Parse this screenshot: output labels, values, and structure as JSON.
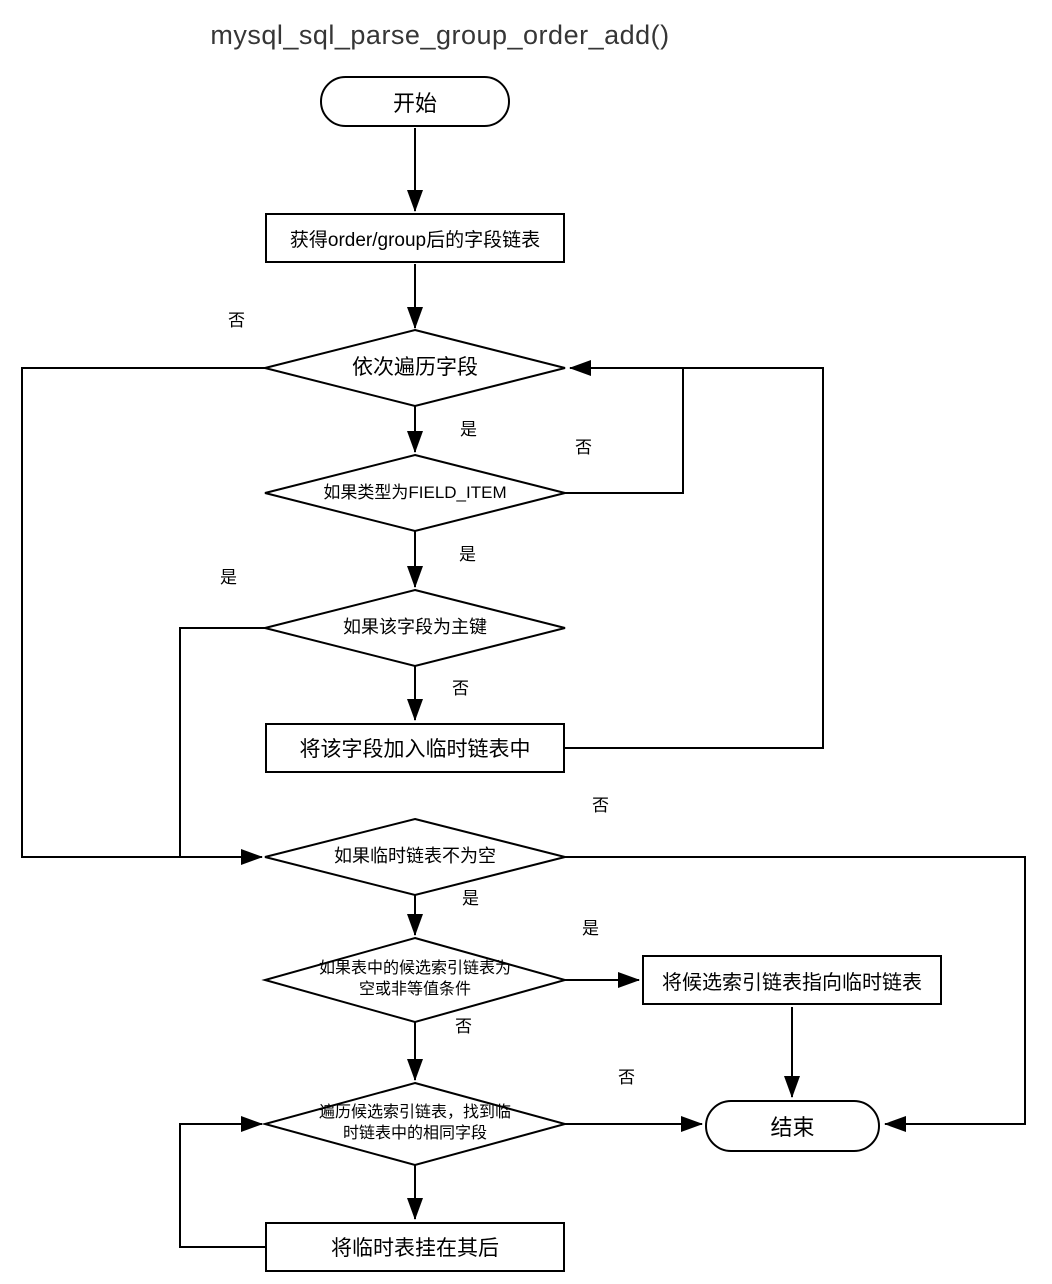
{
  "title": "mysql_sql_parse_group_order_add()",
  "nodes": {
    "start": {
      "label": "开始"
    },
    "get_field_list": {
      "label": "获得order/group后的字段链表"
    },
    "iterate_fields": {
      "label": "依次遍历字段"
    },
    "is_field_item": {
      "label": "如果类型为FIELD_ITEM"
    },
    "is_primary_key": {
      "label": "如果该字段为主键"
    },
    "add_to_temp_list": {
      "label": "将该字段加入临时链表中"
    },
    "temp_list_not_empty": {
      "label": "如果临时链表不为空"
    },
    "candidate_index_empty": {
      "label": "如果表中的候选索引链表为空或非等值条件"
    },
    "point_candidate_to_temp": {
      "label": "将候选索引链表指向临时链表"
    },
    "find_same_field": {
      "label": "遍历候选索引链表，找到临时链表中的相同字段"
    },
    "end": {
      "label": "结束"
    },
    "append_temp_table": {
      "label": "将临时表挂在其后"
    }
  },
  "edge_labels": [
    {
      "for": "iterate-fields-no",
      "text": "否"
    },
    {
      "for": "iterate-fields-yes",
      "text": "是"
    },
    {
      "for": "is-field-item-no",
      "text": "否"
    },
    {
      "for": "is-field-item-yes",
      "text": "是"
    },
    {
      "for": "is-primary-key-yes",
      "text": "是"
    },
    {
      "for": "is-primary-key-no",
      "text": "否"
    },
    {
      "for": "temp-list-not-empty-no",
      "text": "否"
    },
    {
      "for": "temp-list-not-empty-yes",
      "text": "是"
    },
    {
      "for": "candidate-index-yes",
      "text": "是"
    },
    {
      "for": "candidate-index-no",
      "text": "否"
    },
    {
      "for": "find-same-field-no",
      "text": "否"
    }
  ],
  "colors": {
    "line": "#000000",
    "background": "#ffffff",
    "title_text": "#363636"
  }
}
